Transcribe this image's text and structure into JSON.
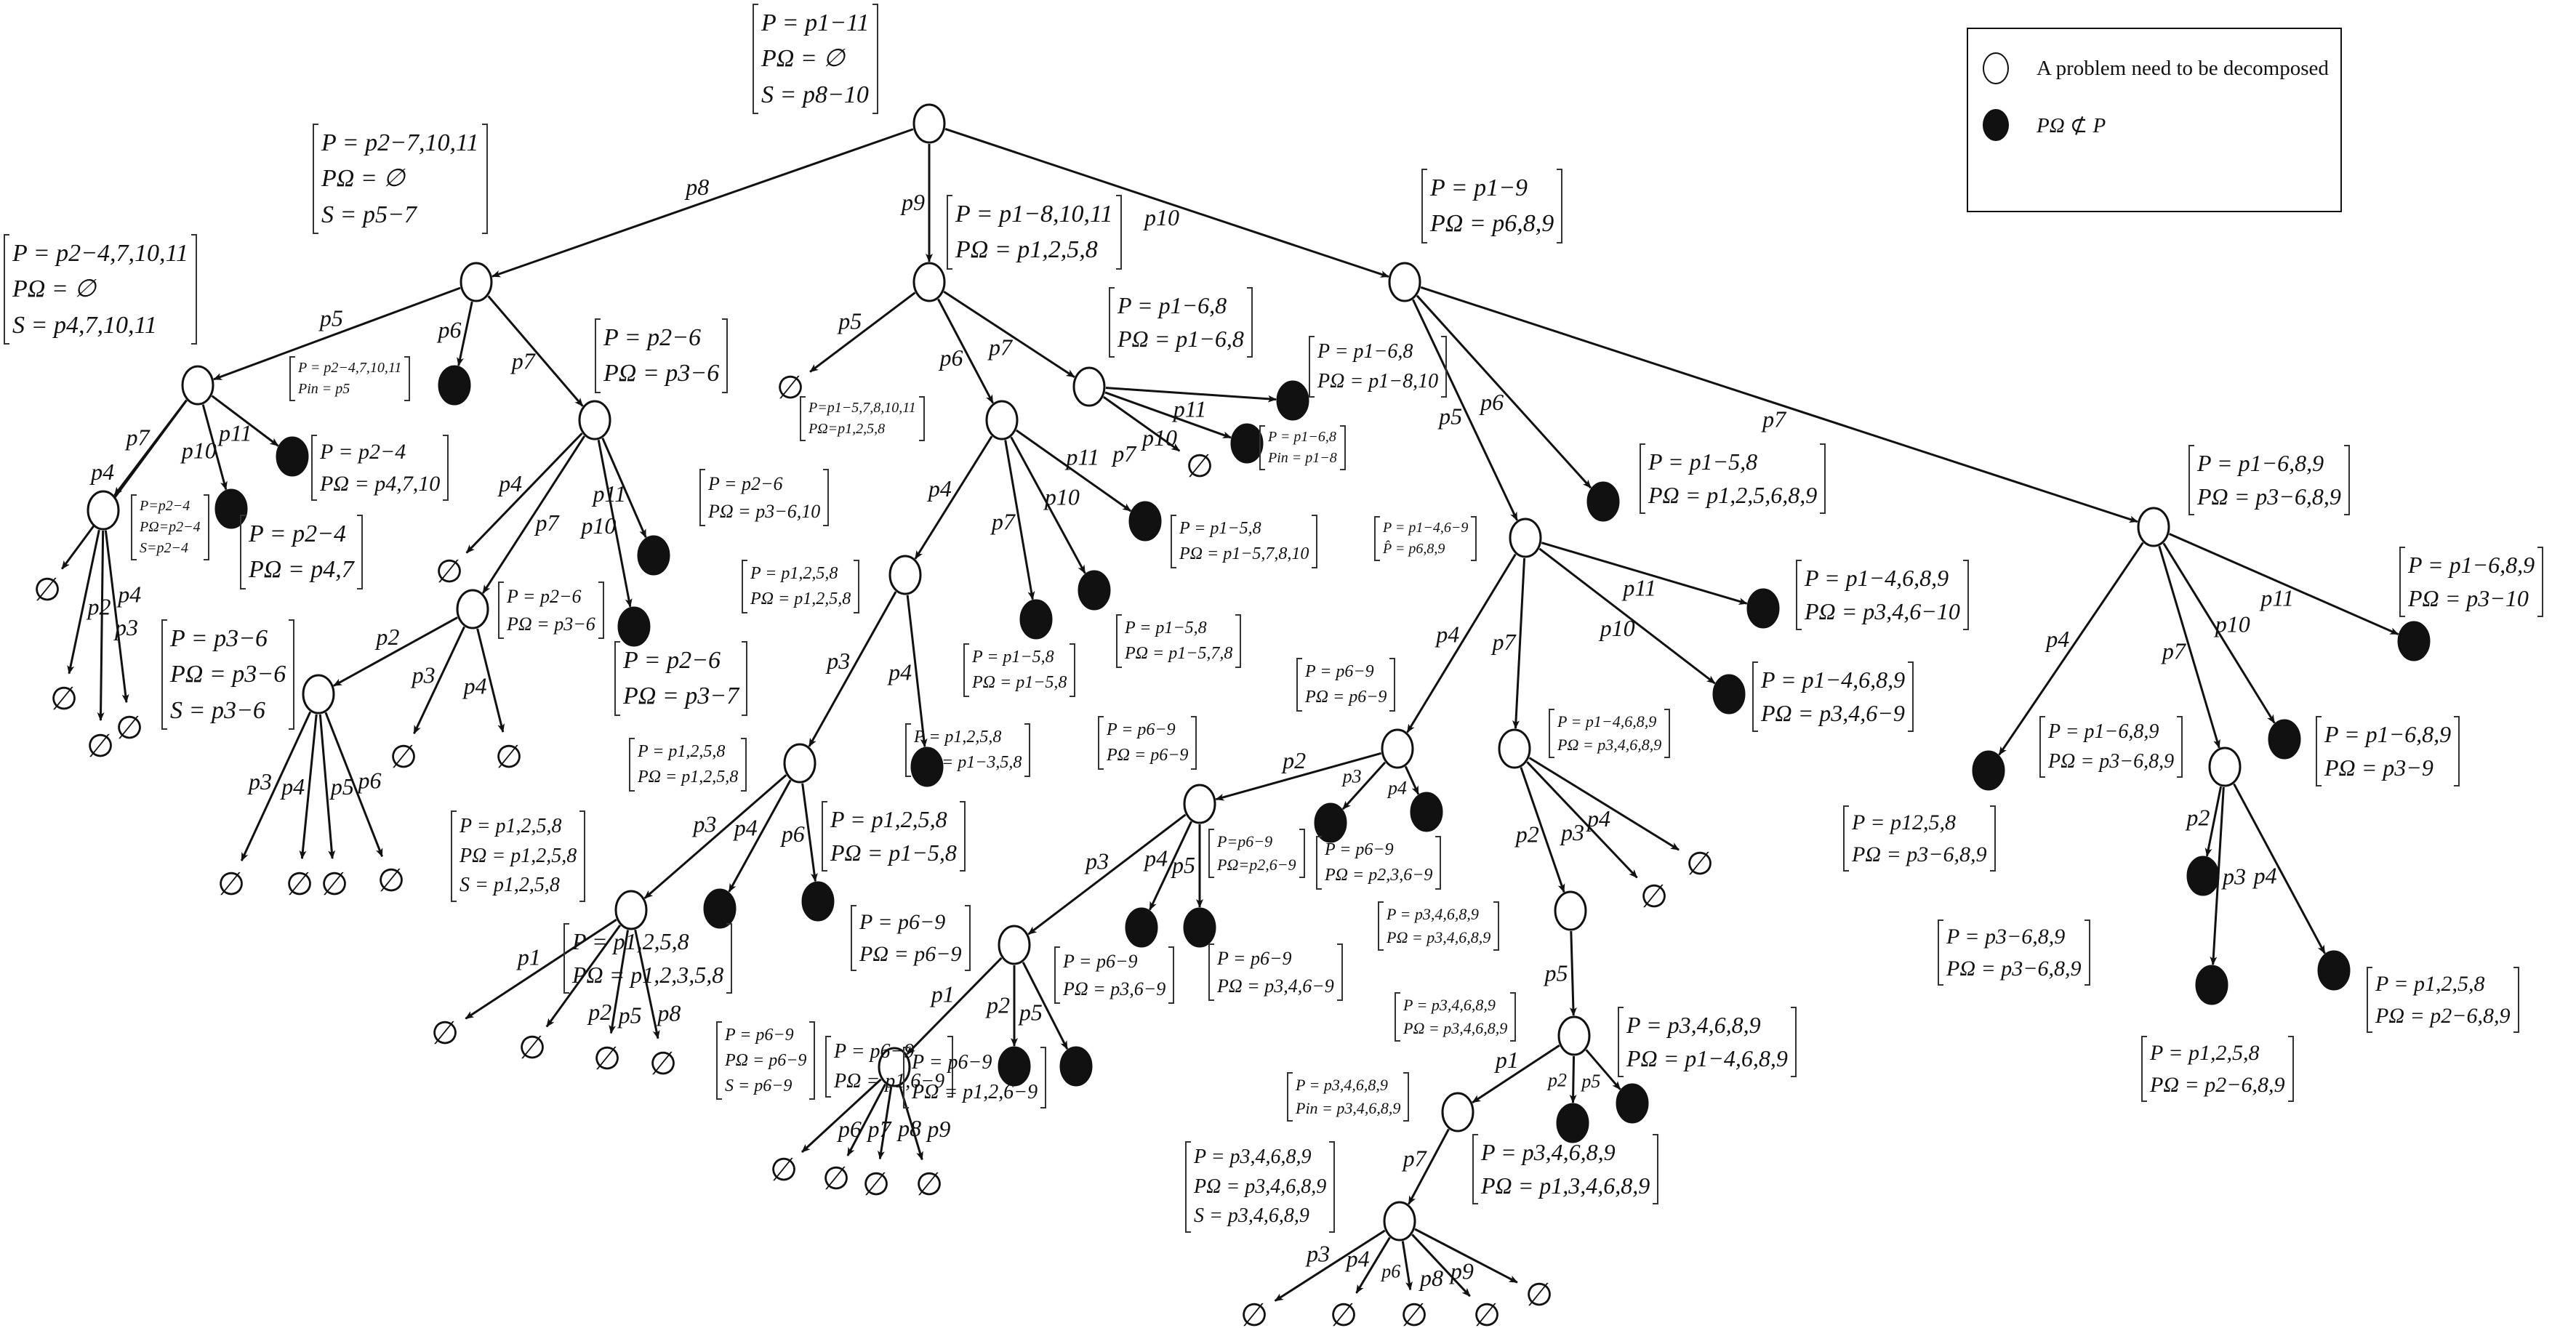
{
  "legend": {
    "items": [
      {
        "symbol": "open-circle",
        "label": "A problem need to be decomposed"
      },
      {
        "symbol": "filled-circle",
        "label": "PΩ ⊄ P"
      }
    ]
  },
  "colors": {
    "line": "#111111",
    "filled_node": "#111111",
    "open_node": "#ffffff"
  },
  "empty_symbol": "∅",
  "annotations": [
    {
      "id": "root",
      "lines": [
        "P = p1−11",
        "PΩ = ∅",
        "S = p8−10"
      ]
    },
    {
      "id": "n_p8",
      "lines": [
        "P = p2−7,10,11",
        "PΩ = ∅",
        "S = p5−7"
      ]
    },
    {
      "id": "n_p8_p5",
      "lines": [
        "P = p2−4,7,10,11",
        "PΩ = ∅",
        "S = p4,7,10,11"
      ]
    },
    {
      "id": "n_p8_p6",
      "lines": [
        "P = p2−4,7,10,11",
        "Pin = p5"
      ]
    },
    {
      "id": "n_p8_p7",
      "lines": [
        "P = p2−6",
        "PΩ = p3−6"
      ]
    },
    {
      "id": "n_p8_p5_p11",
      "lines": [
        "P = p2−4",
        "PΩ = p4,7,10"
      ]
    },
    {
      "id": "n_p8_p5_p7",
      "lines": [
        "P=p2−4",
        "PΩ=p2−4",
        "S=p2−4"
      ]
    },
    {
      "id": "n_p8_p5_p10",
      "lines": [
        "P = p2−4",
        "PΩ = p4,7"
      ]
    },
    {
      "id": "n_p8_p7_p11",
      "lines": [
        "P = p2−6",
        "PΩ = p3−6,10"
      ]
    },
    {
      "id": "n_p8_p7_p7",
      "lines": [
        "P = p2−6",
        "PΩ = p3−6"
      ]
    },
    {
      "id": "n_p8_p7_p10",
      "lines": [
        "P = p2−6",
        "PΩ = p3−7"
      ]
    },
    {
      "id": "n_p8_p7_p7_p2",
      "lines": [
        "P = p3−6",
        "PΩ = p3−6",
        "S = p3−6"
      ]
    },
    {
      "id": "n_p9",
      "lines": [
        "P = p1−8,10,11",
        "PΩ = p1,2,5,8"
      ]
    },
    {
      "id": "n_p9_p6",
      "lines": [
        "P=p1−5,7,8,10,11",
        "PΩ=p1,2,5,8"
      ]
    },
    {
      "id": "n_p9_p7",
      "lines": [
        "P = p1−6,8",
        "PΩ = p1−6,8"
      ]
    },
    {
      "id": "n_p9_p7_p11",
      "lines": [
        "P = p1−6,8",
        "PΩ = p1−8,10"
      ]
    },
    {
      "id": "n_p9_p7_p10",
      "lines": [
        "P = p1−6,8",
        "Pin = p1−8"
      ]
    },
    {
      "id": "n_p9_p6_p11",
      "lines": [
        "P = p1−5,8",
        "PΩ = p1−5,7,8,10"
      ]
    },
    {
      "id": "n_p9_p6_p10",
      "lines": [
        "P = p1−5,8",
        "PΩ = p1−5,7,8"
      ]
    },
    {
      "id": "n_p9_p6_p7",
      "lines": [
        "P = p1−5,8",
        "PΩ = p1−5,8"
      ]
    },
    {
      "id": "n_p9_p6_p4",
      "lines": [
        "P = p1,2,5,8",
        "PΩ = p1,2,5,8"
      ]
    },
    {
      "id": "n_p9_p6_p4_p4",
      "lines": [
        "P = p1,2,5,8",
        "PΩ = p1−3,5,8"
      ]
    },
    {
      "id": "n_p9_p6_p4_p3",
      "lines": [
        "P = p1,2,5,8",
        "PΩ = p1,2,5,8"
      ]
    },
    {
      "id": "n_p9_p6_p4_p3_p3",
      "lines": [
        "P = p1,2,5,8",
        "PΩ = p1,2,5,8",
        "S = p1,2,5,8"
      ]
    },
    {
      "id": "n_p9_p6_p4_p3_p6",
      "lines": [
        "P = p1,2,5,8",
        "PΩ = p1−5,8"
      ]
    },
    {
      "id": "n_p9_p6_p4_p3_p4",
      "lines": [
        "P = p1,2,5,8",
        "PΩ = p1,2,3,5,8"
      ]
    },
    {
      "id": "n_p10",
      "lines": [
        "P = p1−9",
        "PΩ = p6,8,9"
      ]
    },
    {
      "id": "n_p10_p6",
      "lines": [
        "P = p1−5,8",
        "PΩ = p1,2,5,6,8,9"
      ]
    },
    {
      "id": "n_p10_p5",
      "lines": [
        "P = p1−4,6−9",
        "P̂ = p6,8,9"
      ]
    },
    {
      "id": "n_p10_p5_p11",
      "lines": [
        "P = p1−4,6,8,9",
        "PΩ = p3,4,6−10"
      ]
    },
    {
      "id": "n_p10_p5_p10",
      "lines": [
        "P = p1−4,6,8,9",
        "PΩ = p3,4,6−9"
      ]
    },
    {
      "id": "n_p10_p5_p4",
      "lines": [
        "P = p6−9",
        "PΩ = p6−9"
      ]
    },
    {
      "id": "n_p10_p5_p7",
      "lines": [
        "P = p1−4,6,8,9",
        "PΩ = p3,4,6,8,9"
      ]
    },
    {
      "id": "n_p10_p5_p4_p2",
      "lines": [
        "P = p6−9",
        "PΩ = p6−9"
      ]
    },
    {
      "id": "n_p10_p5_p4_p3",
      "lines": [
        "P=p6−9",
        "PΩ=p2,6−9"
      ]
    },
    {
      "id": "n_p10_p5_p4_p4",
      "lines": [
        "P = p6−9",
        "PΩ = p2,3,6−9"
      ]
    },
    {
      "id": "n_p10_p5_p4_p2_p3",
      "lines": [
        "P = p6−9",
        "PΩ = p6−9"
      ]
    },
    {
      "id": "n_p10_p5_p4_p2_p4",
      "lines": [
        "P = p6−9",
        "PΩ = p3,6−9"
      ]
    },
    {
      "id": "n_p10_p5_p4_p2_p5",
      "lines": [
        "P = p6−9",
        "PΩ = p3,4,6−9"
      ]
    },
    {
      "id": "n_p10_p5_p4_p2_p3_p1",
      "lines": [
        "P = p6−9",
        "PΩ = p6−9",
        "S = p6−9"
      ]
    },
    {
      "id": "n_p10_p5_p4_p2_p3_p2",
      "lines": [
        "P = p6−9",
        "PΩ = p1,6−9"
      ]
    },
    {
      "id": "n_p10_p5_p4_p2_p3_p5",
      "lines": [
        "P = p6−9",
        "PΩ = p1,2,6−9"
      ]
    },
    {
      "id": "n_p10_p5_p7_p2",
      "lines": [
        "P = p3,4,6,8,9",
        "PΩ = p3,4,6,8,9"
      ]
    },
    {
      "id": "n_p10_p5_p7_p2_p5",
      "lines": [
        "P = p3,4,6,8,9",
        "PΩ = p3,4,6,8,9"
      ]
    },
    {
      "id": "n_p10_p5_p7_p2_p5_p5",
      "lines": [
        "P = p3,4,6,8,9",
        "PΩ = p1−4,6,8,9"
      ]
    },
    {
      "id": "n_p10_p5_p7_p2_p5_p1",
      "lines": [
        "P = p3,4,6,8,9",
        "Pin = p3,4,6,8,9"
      ]
    },
    {
      "id": "n_p10_p5_p7_p2_p5_p2",
      "lines": [
        "P = p3,4,6,8,9",
        "PΩ = p1,3,4,6,8,9"
      ]
    },
    {
      "id": "n_p10_p5_p7_p2_p5_p1_p7",
      "lines": [
        "P = p3,4,6,8,9",
        "PΩ = p3,4,6,8,9",
        "S = p3,4,6,8,9"
      ]
    },
    {
      "id": "n_p10_p7",
      "lines": [
        "P = p1−6,8,9",
        "PΩ = p3−6,8,9"
      ]
    },
    {
      "id": "n_p10_p7_p11",
      "lines": [
        "P = p1−6,8,9",
        "PΩ = p3−10"
      ]
    },
    {
      "id": "n_p10_p7_p4",
      "lines": [
        "P = p12,5,8",
        "PΩ = p3−6,8,9"
      ]
    },
    {
      "id": "n_p10_p7_p7",
      "lines": [
        "P = p1−6,8,9",
        "PΩ = p3−6,8,9"
      ]
    },
    {
      "id": "n_p10_p7_p10",
      "lines": [
        "P = p1−6,8,9",
        "PΩ = p3−9"
      ]
    },
    {
      "id": "n_p10_p7_p7_p2",
      "lines": [
        "P = p3−6,8,9",
        "PΩ = p3−6,8,9"
      ]
    },
    {
      "id": "n_p10_p7_p7_p3",
      "lines": [
        "P = p1,2,5,8",
        "PΩ = p2−6,8,9"
      ]
    },
    {
      "id": "n_p10_p7_p7_p4",
      "lines": [
        "P = p1,2,5,8",
        "PΩ = p2−6,8,9"
      ]
    }
  ],
  "nodes": [
    {
      "id": "root",
      "type": "open"
    },
    {
      "id": "n_p8",
      "type": "open"
    },
    {
      "id": "n_p9",
      "type": "open"
    },
    {
      "id": "n_p10",
      "type": "open"
    },
    {
      "id": "n_p8_p5",
      "type": "open"
    },
    {
      "id": "n_p8_p6",
      "type": "filled"
    },
    {
      "id": "n_p8_p7",
      "type": "open"
    },
    {
      "id": "n_p8_p5_p4",
      "type": "empty"
    },
    {
      "id": "n_p8_p5_p7",
      "type": "open"
    },
    {
      "id": "n_p8_p5_p10",
      "type": "filled"
    },
    {
      "id": "n_p8_p5_p11",
      "type": "filled"
    },
    {
      "id": "n_p8_p5_p7_p2",
      "type": "empty"
    },
    {
      "id": "n_p8_p5_p7_p3",
      "type": "empty"
    },
    {
      "id": "n_p8_p5_p7_p4",
      "type": "empty"
    },
    {
      "id": "n_p8_p7_p4",
      "type": "empty"
    },
    {
      "id": "n_p8_p7_p7",
      "type": "open"
    },
    {
      "id": "n_p8_p7_p10",
      "type": "filled"
    },
    {
      "id": "n_p8_p7_p11",
      "type": "filled"
    },
    {
      "id": "n_p8_p7_p7_p2",
      "type": "open"
    },
    {
      "id": "n_p8_p7_p7_p3",
      "type": "empty"
    },
    {
      "id": "n_p8_p7_p7_p4",
      "type": "empty"
    },
    {
      "id": "n_p8_p7_p7_p2_p3",
      "type": "empty"
    },
    {
      "id": "n_p8_p7_p7_p2_p4",
      "type": "empty"
    },
    {
      "id": "n_p8_p7_p7_p2_p5",
      "type": "empty"
    },
    {
      "id": "n_p8_p7_p7_p2_p6",
      "type": "empty"
    },
    {
      "id": "n_p9_p5",
      "type": "empty"
    },
    {
      "id": "n_p9_p6",
      "type": "open"
    },
    {
      "id": "n_p9_p7",
      "type": "open"
    },
    {
      "id": "n_p9_p7_p11",
      "type": "filled"
    },
    {
      "id": "n_p9_p7_p10",
      "type": "filled"
    },
    {
      "id": "n_p9_p7_p7",
      "type": "empty"
    },
    {
      "id": "n_p9_p6_p4",
      "type": "open"
    },
    {
      "id": "n_p9_p6_p7",
      "type": "filled"
    },
    {
      "id": "n_p9_p6_p10",
      "type": "filled"
    },
    {
      "id": "n_p9_p6_p11",
      "type": "filled"
    },
    {
      "id": "n_p9_p6_p4_p3",
      "type": "open"
    },
    {
      "id": "n_p9_p6_p4_p4",
      "type": "filled"
    },
    {
      "id": "n_p9_p6_p4_p3_p3",
      "type": "open"
    },
    {
      "id": "n_p9_p6_p4_p3_p4",
      "type": "filled"
    },
    {
      "id": "n_p9_p6_p4_p3_p6",
      "type": "filled"
    },
    {
      "id": "n_p9_p6_p4_p3_p3_p1",
      "type": "empty"
    },
    {
      "id": "n_p9_p6_p4_p3_p3_p2",
      "type": "empty"
    },
    {
      "id": "n_p9_p6_p4_p3_p3_p5",
      "type": "empty"
    },
    {
      "id": "n_p9_p6_p4_p3_p3_p8",
      "type": "empty"
    },
    {
      "id": "n_p10_p5",
      "type": "open"
    },
    {
      "id": "n_p10_p6",
      "type": "filled"
    },
    {
      "id": "n_p10_p7",
      "type": "open"
    },
    {
      "id": "n_p10_p5_p4",
      "type": "open"
    },
    {
      "id": "n_p10_p5_p7",
      "type": "open"
    },
    {
      "id": "n_p10_p5_p10",
      "type": "filled"
    },
    {
      "id": "n_p10_p5_p11",
      "type": "filled"
    },
    {
      "id": "n_p10_p5_p4_p2",
      "type": "open"
    },
    {
      "id": "n_p10_p5_p4_p3",
      "type": "filled"
    },
    {
      "id": "n_p10_p5_p4_p4",
      "type": "filled"
    },
    {
      "id": "n_p10_p5_p4_p2_p3",
      "type": "open"
    },
    {
      "id": "n_p10_p5_p4_p2_p4",
      "type": "filled"
    },
    {
      "id": "n_p10_p5_p4_p2_p5",
      "type": "filled"
    },
    {
      "id": "n_p10_p5_p4_p2_p3_p1",
      "type": "open"
    },
    {
      "id": "n_p10_p5_p4_p2_p3_p2",
      "type": "filled"
    },
    {
      "id": "n_p10_p5_p4_p2_p3_p5",
      "type": "filled"
    },
    {
      "id": "n_p10_p5_p4_p2_p3_p1_p6",
      "type": "empty"
    },
    {
      "id": "n_p10_p5_p4_p2_p3_p1_p7",
      "type": "empty"
    },
    {
      "id": "n_p10_p5_p4_p2_p3_p1_p8",
      "type": "empty"
    },
    {
      "id": "n_p10_p5_p4_p2_p3_p1_p9",
      "type": "empty"
    },
    {
      "id": "n_p10_p5_p7_p2",
      "type": "open"
    },
    {
      "id": "n_p10_p5_p7_p3",
      "type": "empty"
    },
    {
      "id": "n_p10_p5_p7_p4",
      "type": "empty"
    },
    {
      "id": "n_p10_p5_p7_p2_p5",
      "type": "open"
    },
    {
      "id": "n_p10_p5_p7_p2_p5_p1",
      "type": "open"
    },
    {
      "id": "n_p10_p5_p7_p2_p5_p2",
      "type": "filled"
    },
    {
      "id": "n_p10_p5_p7_p2_p5_p5",
      "type": "filled"
    },
    {
      "id": "n_p10_p5_p7_p2_p5_p1_p7",
      "type": "open"
    },
    {
      "id": "n_leaf_p3",
      "type": "empty"
    },
    {
      "id": "n_leaf_p4",
      "type": "empty"
    },
    {
      "id": "n_leaf_p6",
      "type": "empty"
    },
    {
      "id": "n_leaf_p8",
      "type": "empty"
    },
    {
      "id": "n_leaf_p9",
      "type": "empty"
    },
    {
      "id": "n_p10_p7_p4",
      "type": "filled"
    },
    {
      "id": "n_p10_p7_p7",
      "type": "open"
    },
    {
      "id": "n_p10_p7_p10",
      "type": "filled"
    },
    {
      "id": "n_p10_p7_p11",
      "type": "filled"
    },
    {
      "id": "n_p10_p7_p7_p2",
      "type": "filled"
    },
    {
      "id": "n_p10_p7_p7_p3",
      "type": "filled"
    },
    {
      "id": "n_p10_p7_p7_p4",
      "type": "filled"
    }
  ],
  "edges": [
    {
      "from": "root",
      "to": "n_p8",
      "label": "p8"
    },
    {
      "from": "root",
      "to": "n_p9",
      "label": "p9"
    },
    {
      "from": "root",
      "to": "n_p10",
      "label": "p10"
    },
    {
      "from": "n_p8",
      "to": "n_p8_p5",
      "label": "p5"
    },
    {
      "from": "n_p8",
      "to": "n_p8_p6",
      "label": "p6"
    },
    {
      "from": "n_p8",
      "to": "n_p8_p7",
      "label": "p7"
    },
    {
      "from": "n_p8_p5",
      "to": "n_p8_p5_p4",
      "label": "p4"
    },
    {
      "from": "n_p8_p5",
      "to": "n_p8_p5_p7",
      "label": "p7"
    },
    {
      "from": "n_p8_p5",
      "to": "n_p8_p5_p10",
      "label": "p10"
    },
    {
      "from": "n_p8_p5",
      "to": "n_p8_p5_p11",
      "label": "p11"
    },
    {
      "from": "n_p8_p5_p7",
      "to": "n_p8_p5_p7_p2",
      "label": "p2"
    },
    {
      "from": "n_p8_p5_p7",
      "to": "n_p8_p5_p7_p3",
      "label": "p3"
    },
    {
      "from": "n_p8_p5_p7",
      "to": "n_p8_p5_p7_p4",
      "label": "p4"
    },
    {
      "from": "n_p8_p7",
      "to": "n_p8_p7_p4",
      "label": "p4"
    },
    {
      "from": "n_p8_p7",
      "to": "n_p8_p7_p7",
      "label": "p7"
    },
    {
      "from": "n_p8_p7",
      "to": "n_p8_p7_p10",
      "label": "p10"
    },
    {
      "from": "n_p8_p7",
      "to": "n_p8_p7_p11",
      "label": "p11"
    },
    {
      "from": "n_p8_p7_p7",
      "to": "n_p8_p7_p7_p2",
      "label": "p2"
    },
    {
      "from": "n_p8_p7_p7",
      "to": "n_p8_p7_p7_p3",
      "label": "p3"
    },
    {
      "from": "n_p8_p7_p7",
      "to": "n_p8_p7_p7_p4",
      "label": "p4"
    },
    {
      "from": "n_p8_p7_p7_p2",
      "to": "n_p8_p7_p7_p2_p3",
      "label": "p3"
    },
    {
      "from": "n_p8_p7_p7_p2",
      "to": "n_p8_p7_p7_p2_p4",
      "label": "p4"
    },
    {
      "from": "n_p8_p7_p7_p2",
      "to": "n_p8_p7_p7_p2_p5",
      "label": "p5"
    },
    {
      "from": "n_p8_p7_p7_p2",
      "to": "n_p8_p7_p7_p2_p6",
      "label": "p6"
    },
    {
      "from": "n_p9",
      "to": "n_p9_p5",
      "label": "p5"
    },
    {
      "from": "n_p9",
      "to": "n_p9_p6",
      "label": "p6"
    },
    {
      "from": "n_p9",
      "to": "n_p9_p7",
      "label": "p7"
    },
    {
      "from": "n_p9_p7",
      "to": "n_p9_p7_p11",
      "label": "p11"
    },
    {
      "from": "n_p9_p7",
      "to": "n_p9_p7_p10",
      "label": "p10"
    },
    {
      "from": "n_p9_p7",
      "to": "n_p9_p7_p7",
      "label": "p7"
    },
    {
      "from": "n_p9_p6",
      "to": "n_p9_p6_p4",
      "label": "p4"
    },
    {
      "from": "n_p9_p6",
      "to": "n_p9_p6_p7",
      "label": "p7"
    },
    {
      "from": "n_p9_p6",
      "to": "n_p9_p6_p10",
      "label": "p10"
    },
    {
      "from": "n_p9_p6",
      "to": "n_p9_p6_p11",
      "label": "p11"
    },
    {
      "from": "n_p9_p6_p4",
      "to": "n_p9_p6_p4_p3",
      "label": "p3"
    },
    {
      "from": "n_p9_p6_p4",
      "to": "n_p9_p6_p4_p4",
      "label": "p4"
    },
    {
      "from": "n_p9_p6_p4_p3",
      "to": "n_p9_p6_p4_p3_p3",
      "label": "p3"
    },
    {
      "from": "n_p9_p6_p4_p3",
      "to": "n_p9_p6_p4_p3_p4",
      "label": "p4"
    },
    {
      "from": "n_p9_p6_p4_p3",
      "to": "n_p9_p6_p4_p3_p6",
      "label": "p6"
    },
    {
      "from": "n_p9_p6_p4_p3_p3",
      "to": "n_p9_p6_p4_p3_p3_p1",
      "label": "p1"
    },
    {
      "from": "n_p9_p6_p4_p3_p3",
      "to": "n_p9_p6_p4_p3_p3_p2",
      "label": "p2"
    },
    {
      "from": "n_p9_p6_p4_p3_p3",
      "to": "n_p9_p6_p4_p3_p3_p5",
      "label": "p5"
    },
    {
      "from": "n_p9_p6_p4_p3_p3",
      "to": "n_p9_p6_p4_p3_p3_p8",
      "label": "p8"
    },
    {
      "from": "n_p10",
      "to": "n_p10_p5",
      "label": "p5"
    },
    {
      "from": "n_p10",
      "to": "n_p10_p6",
      "label": "p6"
    },
    {
      "from": "n_p10",
      "to": "n_p10_p7",
      "label": "p7"
    },
    {
      "from": "n_p10_p5",
      "to": "n_p10_p5_p4",
      "label": "p4"
    },
    {
      "from": "n_p10_p5",
      "to": "n_p10_p5_p7",
      "label": "p7"
    },
    {
      "from": "n_p10_p5",
      "to": "n_p10_p5_p10",
      "label": "p10"
    },
    {
      "from": "n_p10_p5",
      "to": "n_p10_p5_p11",
      "label": "p11"
    },
    {
      "from": "n_p10_p5_p4",
      "to": "n_p10_p5_p4_p2",
      "label": "p2"
    },
    {
      "from": "n_p10_p5_p4",
      "to": "n_p10_p5_p4_p3",
      "label": "p3"
    },
    {
      "from": "n_p10_p5_p4",
      "to": "n_p10_p5_p4_p4",
      "label": "p4"
    },
    {
      "from": "n_p10_p5_p4_p2",
      "to": "n_p10_p5_p4_p2_p3",
      "label": "p3"
    },
    {
      "from": "n_p10_p5_p4_p2",
      "to": "n_p10_p5_p4_p2_p4",
      "label": "p4"
    },
    {
      "from": "n_p10_p5_p4_p2",
      "to": "n_p10_p5_p4_p2_p5",
      "label": "p5"
    },
    {
      "from": "n_p10_p5_p4_p2_p3",
      "to": "n_p10_p5_p4_p2_p3_p1",
      "label": "p1"
    },
    {
      "from": "n_p10_p5_p4_p2_p3",
      "to": "n_p10_p5_p4_p2_p3_p2",
      "label": "p2"
    },
    {
      "from": "n_p10_p5_p4_p2_p3",
      "to": "n_p10_p5_p4_p2_p3_p5",
      "label": "p5"
    },
    {
      "from": "n_p10_p5_p4_p2_p3_p1",
      "to": "n_p10_p5_p4_p2_p3_p1_p6",
      "label": "p6"
    },
    {
      "from": "n_p10_p5_p4_p2_p3_p1",
      "to": "n_p10_p5_p4_p2_p3_p1_p7",
      "label": "p7"
    },
    {
      "from": "n_p10_p5_p4_p2_p3_p1",
      "to": "n_p10_p5_p4_p2_p3_p1_p8",
      "label": "p8"
    },
    {
      "from": "n_p10_p5_p4_p2_p3_p1",
      "to": "n_p10_p5_p4_p2_p3_p1_p9",
      "label": "p9"
    },
    {
      "from": "n_p10_p5_p7",
      "to": "n_p10_p5_p7_p2",
      "label": "p2"
    },
    {
      "from": "n_p10_p5_p7",
      "to": "n_p10_p5_p7_p3",
      "label": "p3"
    },
    {
      "from": "n_p10_p5_p7",
      "to": "n_p10_p5_p7_p4",
      "label": "p4"
    },
    {
      "from": "n_p10_p5_p7_p2",
      "to": "n_p10_p5_p7_p2_p5",
      "label": "p5"
    },
    {
      "from": "n_p10_p5_p7_p2_p5",
      "to": "n_p10_p5_p7_p2_p5_p1",
      "label": "p1"
    },
    {
      "from": "n_p10_p5_p7_p2_p5",
      "to": "n_p10_p5_p7_p2_p5_p2",
      "label": "p2"
    },
    {
      "from": "n_p10_p5_p7_p2_p5",
      "to": "n_p10_p5_p7_p2_p5_p5",
      "label": "p5"
    },
    {
      "from": "n_p10_p5_p7_p2_p5_p1",
      "to": "n_p10_p5_p7_p2_p5_p1_p7",
      "label": "p7"
    },
    {
      "from": "n_p10_p5_p7_p2_p5_p1_p7",
      "to": "n_leaf_p3",
      "label": "p3"
    },
    {
      "from": "n_p10_p5_p7_p2_p5_p1_p7",
      "to": "n_leaf_p4",
      "label": "p4"
    },
    {
      "from": "n_p10_p5_p7_p2_p5_p1_p7",
      "to": "n_leaf_p6",
      "label": "p6"
    },
    {
      "from": "n_p10_p5_p7_p2_p5_p1_p7",
      "to": "n_leaf_p8",
      "label": "p8"
    },
    {
      "from": "n_p10_p5_p7_p2_p5_p1_p7",
      "to": "n_leaf_p9",
      "label": "p9"
    },
    {
      "from": "n_p10_p7",
      "to": "n_p10_p7_p4",
      "label": "p4"
    },
    {
      "from": "n_p10_p7",
      "to": "n_p10_p7_p7",
      "label": "p7"
    },
    {
      "from": "n_p10_p7",
      "to": "n_p10_p7_p10",
      "label": "p10"
    },
    {
      "from": "n_p10_p7",
      "to": "n_p10_p7_p11",
      "label": "p11"
    },
    {
      "from": "n_p10_p7_p7",
      "to": "n_p10_p7_p7_p2",
      "label": "p2"
    },
    {
      "from": "n_p10_p7_p7",
      "to": "n_p10_p7_p7_p3",
      "label": "p3"
    },
    {
      "from": "n_p10_p7_p7",
      "to": "n_p10_p7_p7_p4",
      "label": "p4"
    }
  ]
}
